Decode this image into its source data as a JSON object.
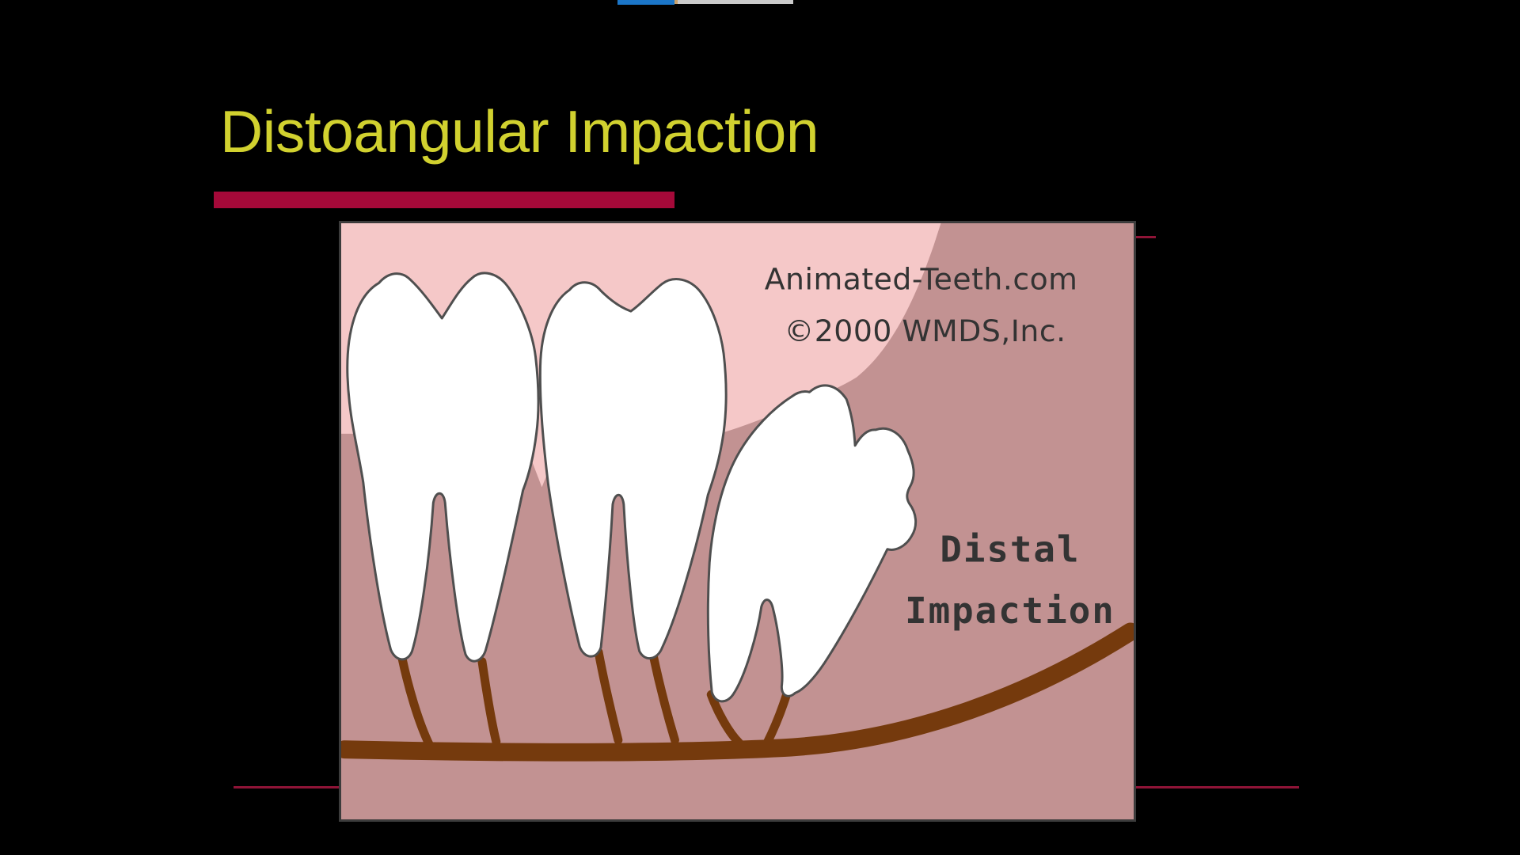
{
  "slide": {
    "title": "Distoangular Impaction"
  },
  "figure": {
    "watermark_line1": "Animated-Teeth.com",
    "watermark_line2": "©2000 WMDS,Inc.",
    "label_line1": "Distal",
    "label_line2": "Impaction"
  },
  "colors": {
    "bg": "#000000",
    "title": "#D1D12F",
    "accent_bar": "#A50939",
    "guide_line": "#8F1437",
    "bar_blue": "#1B76C8",
    "bar_tan": "#CBA26B",
    "bar_gray": "#CACACA",
    "gum_pink": "#F5C8C8",
    "bone_rose": "#C29292",
    "tooth_fill": "#FFFFFF",
    "tooth_outline": "#4F4F4F",
    "nerve_brown": "#753A0D",
    "fig_text": "#333333",
    "fig_border": "#3C3C3C"
  }
}
